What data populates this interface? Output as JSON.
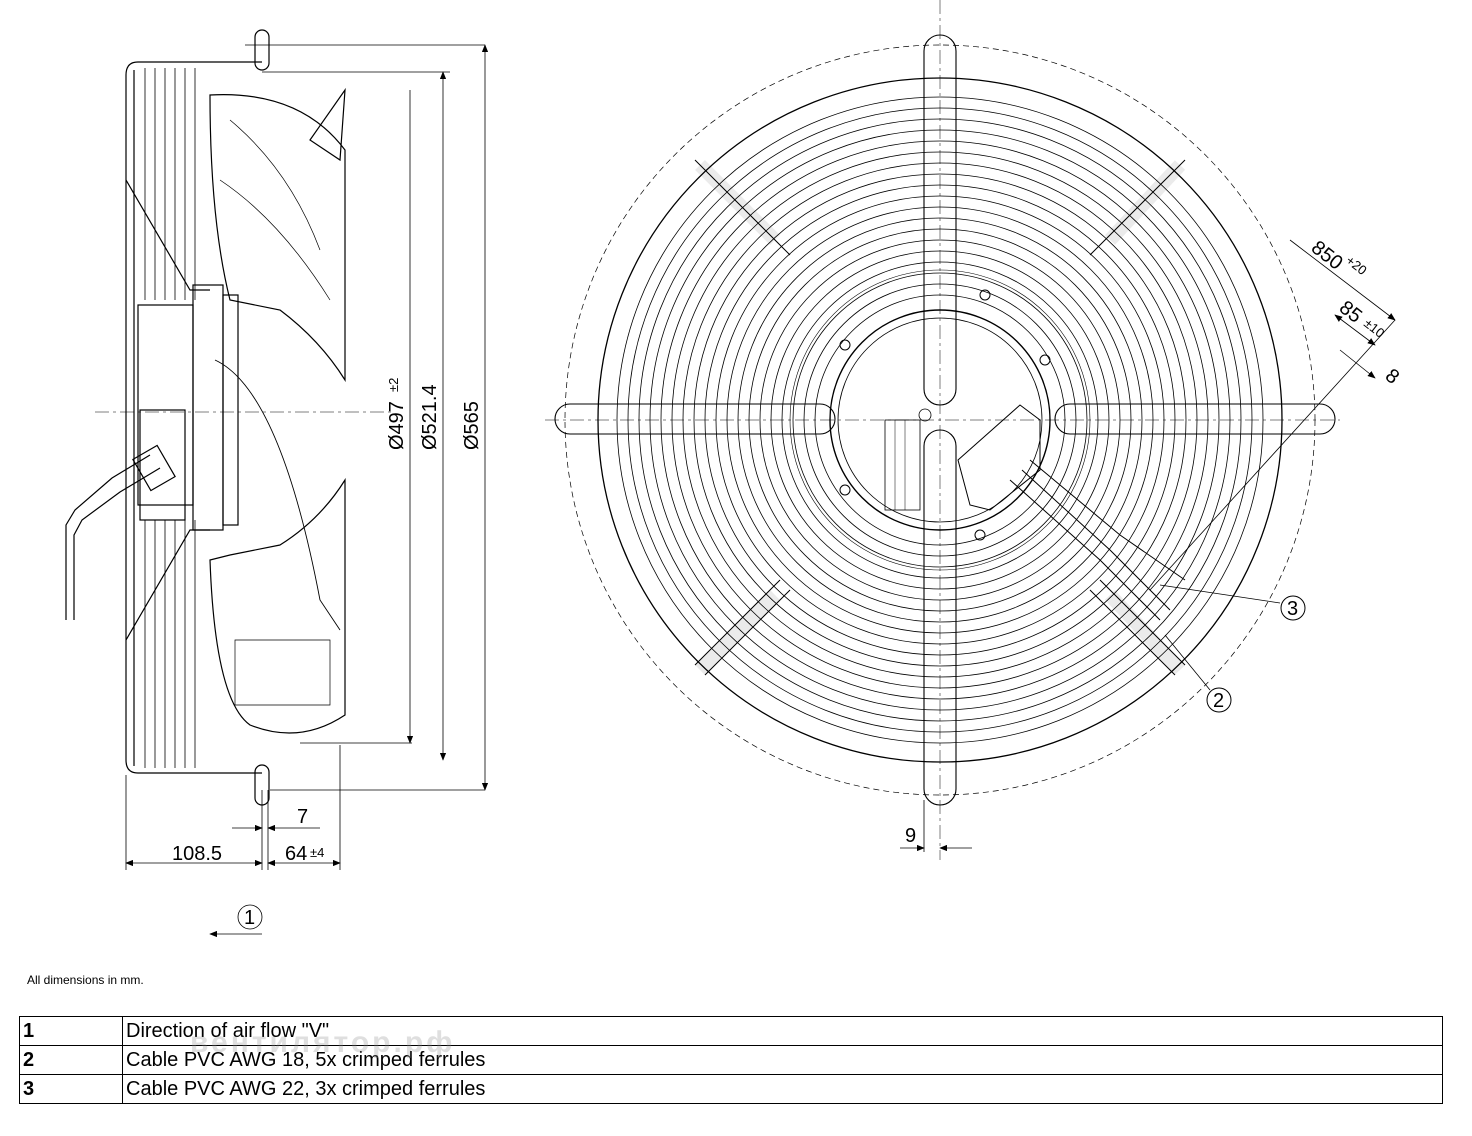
{
  "dimensions": {
    "d497": "Ø497",
    "d497_tol": "±2",
    "d521": "Ø521.4",
    "d565": "Ø565",
    "w7": "7",
    "w108": "108.5",
    "w64": "64",
    "w64_tol": "±4",
    "w9": "9",
    "r850": "850",
    "r850_tol": "+20",
    "r85": "85",
    "r85_tol": "±10",
    "r8": "8"
  },
  "callouts": {
    "c1": "1",
    "c2": "2",
    "c3": "3"
  },
  "note": "All dimensions in mm.",
  "legend": [
    {
      "num": "1",
      "text": "Direction of air flow \"V\""
    },
    {
      "num": "2",
      "text": "Cable PVC AWG 18, 5x crimped ferrules"
    },
    {
      "num": "3",
      "text": "Cable PVC AWG 22, 3x crimped ferrules"
    }
  ],
  "watermark": "вентилятор.рф",
  "colors": {
    "line": "#000000",
    "background": "#ffffff",
    "thin_line": "#444444"
  }
}
